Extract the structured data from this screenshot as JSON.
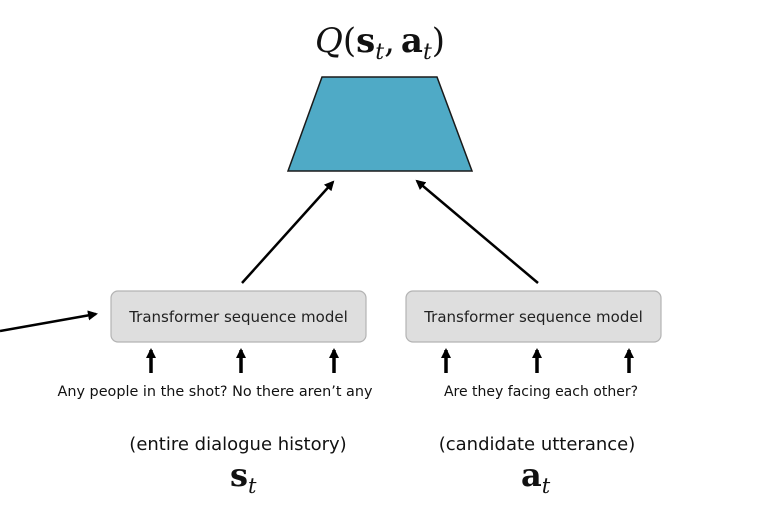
{
  "output": {
    "q_symbol": "Q",
    "open_paren": "(",
    "s_symbol": "s",
    "s_sub": "t",
    "comma": ",",
    "a_symbol": "a",
    "a_sub": "t",
    "close_paren": ")"
  },
  "colors": {
    "head_fill": "#4faac6",
    "head_stroke": "#1a1a1a",
    "box_fill": "#dedede",
    "box_stroke": "#b3b3b3",
    "arrow": "#000000"
  },
  "left_branch": {
    "box_label": "Transformer sequence model",
    "input_text": "Any people in the shot? No there aren’t any",
    "caption": "(entire dialogue history)",
    "symbol": "s",
    "symbol_sub": "t"
  },
  "right_branch": {
    "box_label": "Transformer sequence model",
    "input_text": "Are they facing each other?",
    "caption": "(candidate utterance)",
    "symbol": "a",
    "symbol_sub": "t"
  }
}
